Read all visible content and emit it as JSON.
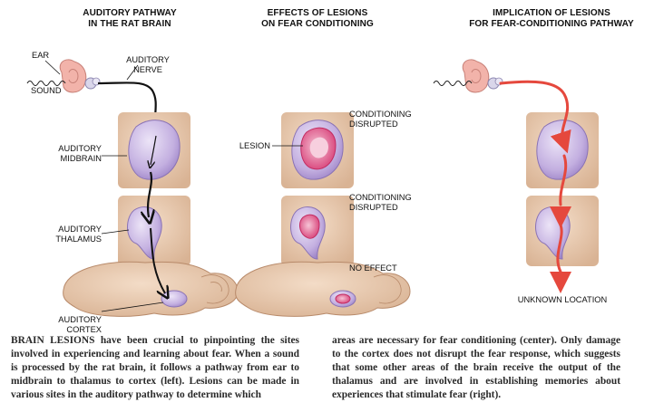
{
  "panels": {
    "left": {
      "title": "AUDITORY PATHWAY\nIN THE RAT BRAIN"
    },
    "center": {
      "title": "EFFECTS OF LESIONS\nON FEAR CONDITIONING"
    },
    "right": {
      "title": "IMPLICATION OF LESIONS\nFOR FEAR-CONDITIONING PATHWAY"
    }
  },
  "labels": {
    "ear": "EAR",
    "sound": "SOUND",
    "auditory_nerve": "AUDITORY\nNERVE",
    "auditory_midbrain": "AUDITORY\nMIDBRAIN",
    "auditory_thalamus": "AUDITORY\nTHALAMUS",
    "auditory_cortex": "AUDITORY\nCORTEX",
    "lesion": "LESION",
    "result_midbrain": "CONDITIONING\nDISRUPTED",
    "result_thalamus": "CONDITIONING\nDISRUPTED",
    "result_cortex": "NO EFFECT",
    "unknown_location": "UNKNOWN LOCATION"
  },
  "caption": {
    "col1": "BRAIN LESIONS have been crucial to pinpointing the sites involved in experiencing and learning about fear. When a sound is processed by the rat brain, it follows a pathway from ear to midbrain to thalamus to cortex (left). Lesions can be made in various sites in the auditory pathway to determine which",
    "col2": "areas are necessary for fear conditioning (center). Only damage to the cortex does not disrupt the fear response, which suggests that some other areas of the brain receive the output of the thalamus and are involved in establishing memories about experiences that stimulate fear (right)."
  },
  "colors": {
    "tissue": "#e8c6a9",
    "tissue_dark": "#caa284",
    "structure": "#b7a0d6",
    "structure_light": "#d9cdef",
    "lesion": "#d8437a",
    "lesion_light": "#f2a3c0",
    "red_path": "#e5483d",
    "ear": "#f0a9a0"
  }
}
